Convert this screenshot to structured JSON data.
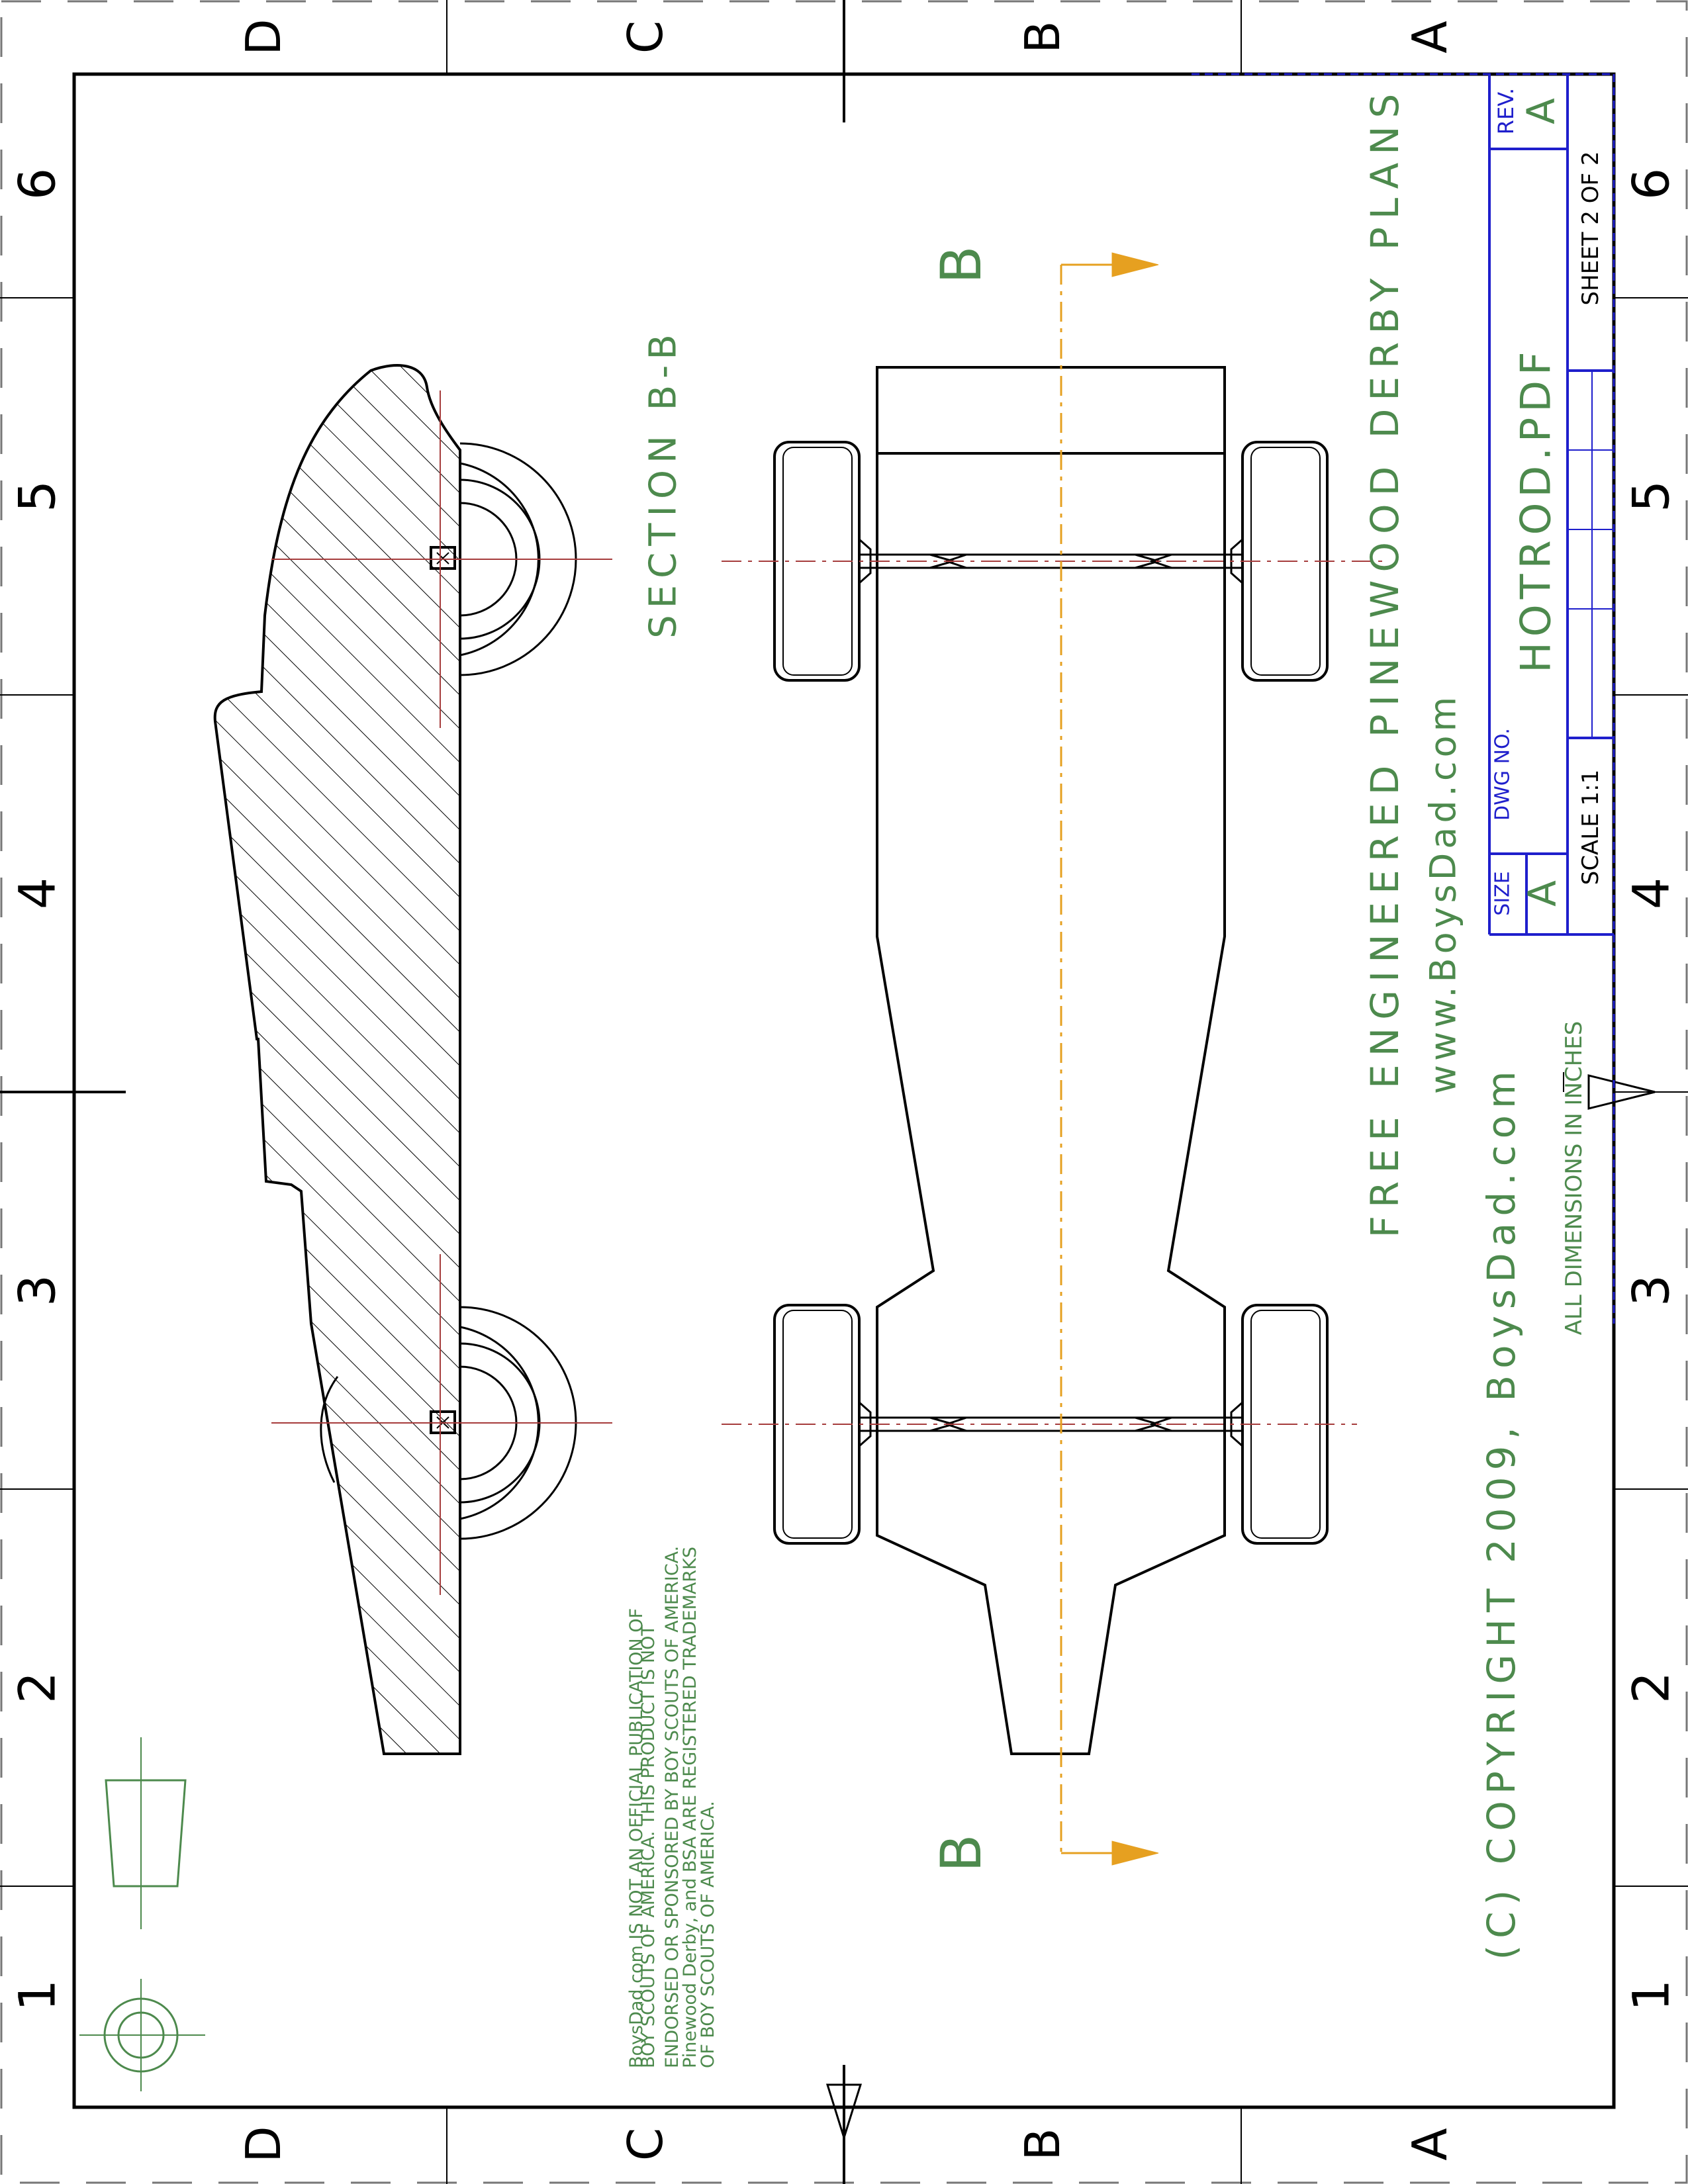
{
  "drawing": {
    "zone_letters": [
      "D",
      "C",
      "B",
      "A"
    ],
    "zone_numbers": [
      "6",
      "5",
      "4",
      "3",
      "2",
      "1"
    ],
    "section_title": "SECTION B-B",
    "section_marker": "B",
    "plans_title": "FREE ENGINEERED PINEWOOD DERBY PLANS",
    "website": "www.BoysDad.com",
    "copyright": "(C) COPYRIGHT 2009, BoysDad.com",
    "dimensions_note": "ALL DIMENSIONS IN INCHES",
    "disclaimer_lines": [
      "BoysDad.com IS NOT AN OFFICIAL PUBLICATION OF",
      "BOY SCOUTS OF AMERICA. THIS PRODUCT IS NOT",
      "ENDORSED OR SPONSORED BY BOY SCOUTS OF AMERICA.",
      "Pinewood Derby, and BSA ARE REGISTERED TRADEMARKS",
      "OF BOY SCOUTS OF AMERICA."
    ]
  },
  "title_block": {
    "rev_label": "REV.",
    "rev_value": "A",
    "sheet": "SHEET 2 OF 2",
    "drawing_name": "HOTROD.PDF",
    "size_label": "SIZE",
    "size_value": "A",
    "dwg_label": "DWG NO.",
    "scale": "SCALE 1:1"
  },
  "colors": {
    "outline": "#000000",
    "annotation_green": "#4d8a4d",
    "title_block_blue": "#1f1fcc",
    "centerline_red": "#a63c3c",
    "section_line_orange": "#e6a020"
  }
}
